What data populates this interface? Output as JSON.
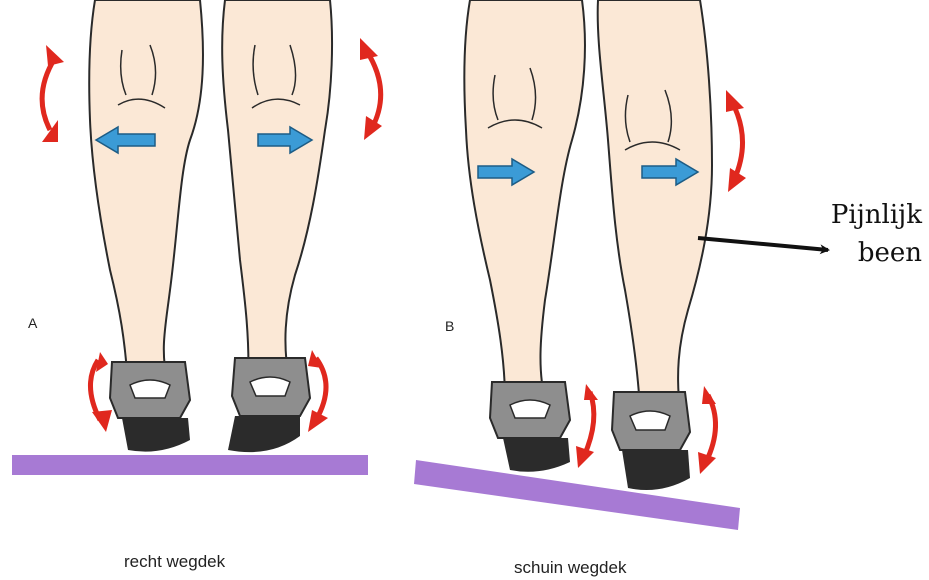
{
  "panels": [
    {
      "label": "A",
      "caption": "recht wegdek"
    },
    {
      "label": "B",
      "caption": "schuin wegdek"
    }
  ],
  "annotation": {
    "line1": "Pijnlijk",
    "line2": "been"
  },
  "colors": {
    "skin": "#fbe8d6",
    "outline": "#2a2a2a",
    "road": "#a77ad4",
    "rotation_arrow": "#e0281e",
    "knee_arrow": "#3b9bd6",
    "shoe_sole": "#2b2b2b",
    "shoe_upper": "#8e8e8e"
  }
}
